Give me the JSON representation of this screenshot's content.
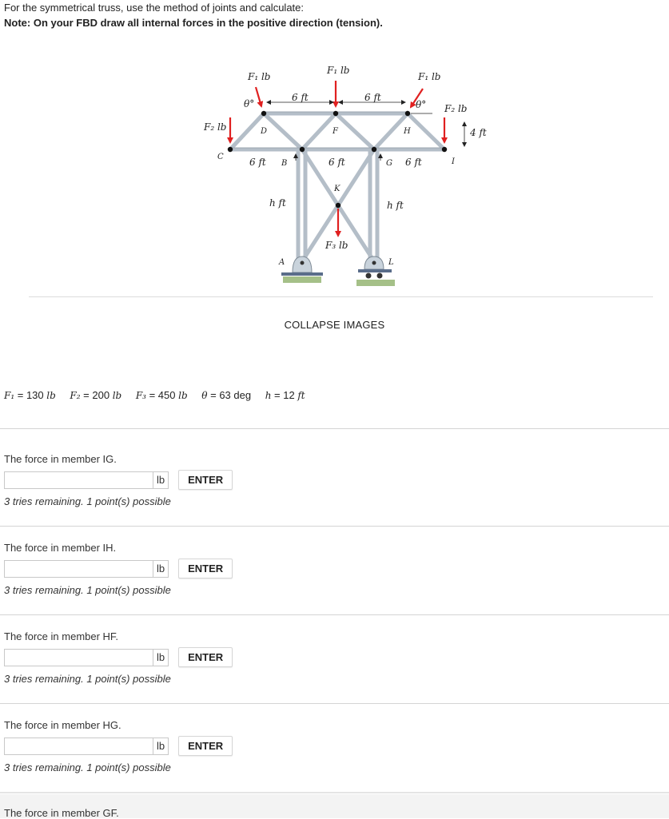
{
  "intro": {
    "line1": "For the symmetrical truss, use the method of joints and calculate:",
    "line2": "Note: On your FBD draw all internal forces in the positive direction (tension)."
  },
  "figure": {
    "labels": {
      "f1_left": "F₁ lb",
      "f1_mid": "F₁ lb",
      "f1_right": "F₁ lb",
      "f2_left": "F₂ lb",
      "f2_right": "F₂ lb",
      "f3": "F₃ lb",
      "theta_left": "θ°",
      "theta_right": "θ°",
      "dim_top_left": "6 ft",
      "dim_top_right": "6 ft",
      "dim_bot_left": "6 ft",
      "dim_bot_mid": "6 ft",
      "dim_bot_right": "6 ft",
      "dim_height": "4 ft",
      "h_left": "h ft",
      "h_right": "h ft",
      "node_A": "A",
      "node_B": "B",
      "node_C": "C",
      "node_D": "D",
      "node_F": "F",
      "node_G": "G",
      "node_H": "H",
      "node_I": "I",
      "node_K": "K",
      "node_L": "L"
    },
    "colors": {
      "member": "#b4bec8",
      "force": "#e02020",
      "ground": "#8fb06a"
    }
  },
  "collapse_label": "COLLAPSE IMAGES",
  "params": {
    "f1_sym": "F₁",
    "f1_val": " = 130 ",
    "f1_unit": "lb",
    "f2_sym": "F₂",
    "f2_val": " = 200 ",
    "f2_unit": "lb",
    "f3_sym": "F₃",
    "f3_val": " = 450 ",
    "f3_unit": "lb",
    "theta_sym": "θ",
    "theta_val": " = 63 deg",
    "h_sym": "h",
    "h_val": " = 12 ",
    "h_unit": "ft"
  },
  "questions": [
    {
      "prompt": "The force in member IG.",
      "value": "",
      "unit": "lb",
      "button": "ENTER",
      "tries": "3 tries remaining. 1 point(s) possible"
    },
    {
      "prompt": "The force in member IH.",
      "value": "",
      "unit": "lb",
      "button": "ENTER",
      "tries": "3 tries remaining. 1 point(s) possible"
    },
    {
      "prompt": "The force in member HF.",
      "value": "",
      "unit": "lb",
      "button": "ENTER",
      "tries": "3 tries remaining. 1 point(s) possible"
    },
    {
      "prompt": "The force in member HG.",
      "value": "",
      "unit": "lb",
      "button": "ENTER",
      "tries": "3 tries remaining. 1 point(s) possible"
    }
  ],
  "next_prompt": "The force in member GF."
}
